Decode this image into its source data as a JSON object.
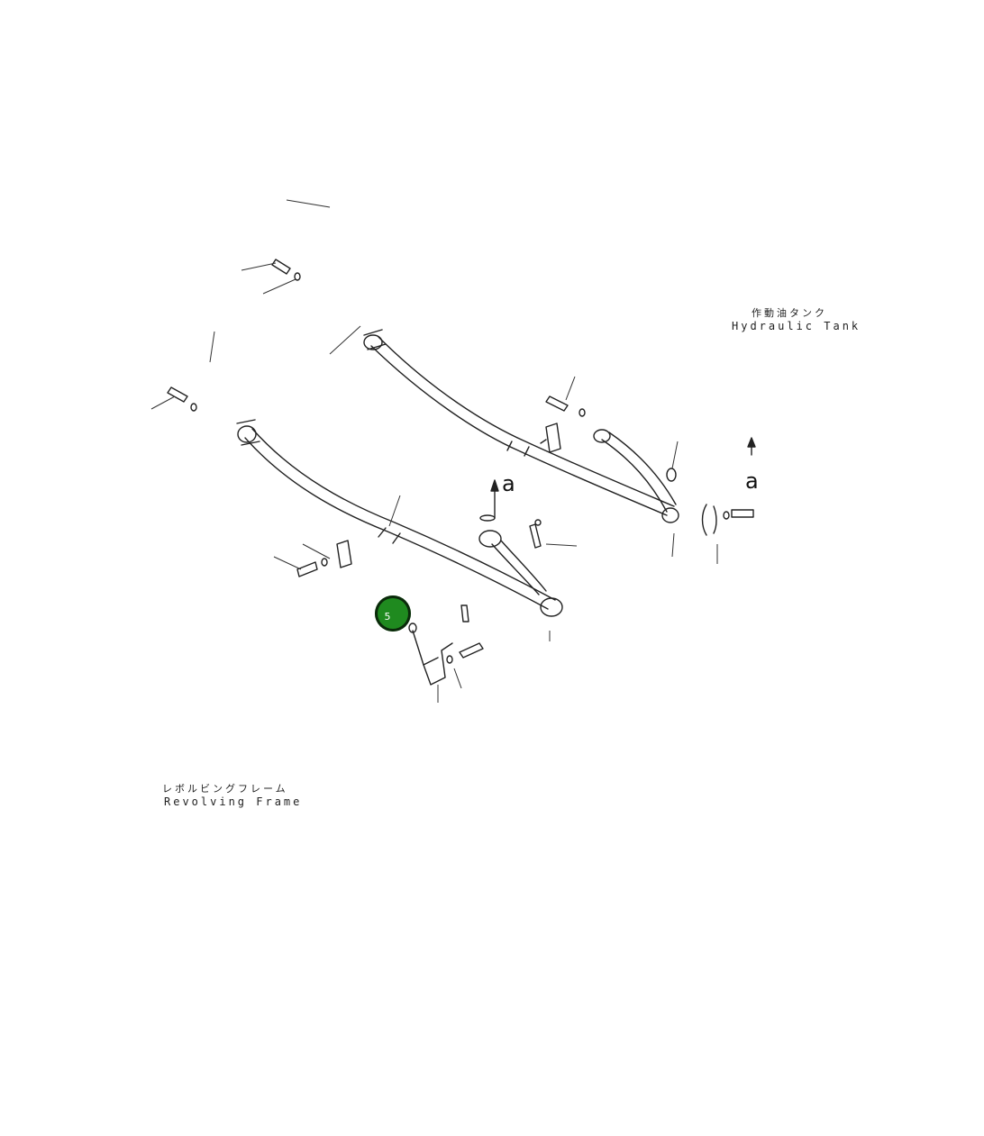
{
  "labels": {
    "hydraulic_tank_jp": "作動油タンク",
    "hydraulic_tank_en": "Hydraulic Tank",
    "revolving_frame_jp": "レボルビングフレーム",
    "revolving_frame_en": "Revolving Frame",
    "view_a_left": "a",
    "view_a_right": "a"
  },
  "callouts": [
    {
      "id": "5",
      "label": "5"
    }
  ]
}
